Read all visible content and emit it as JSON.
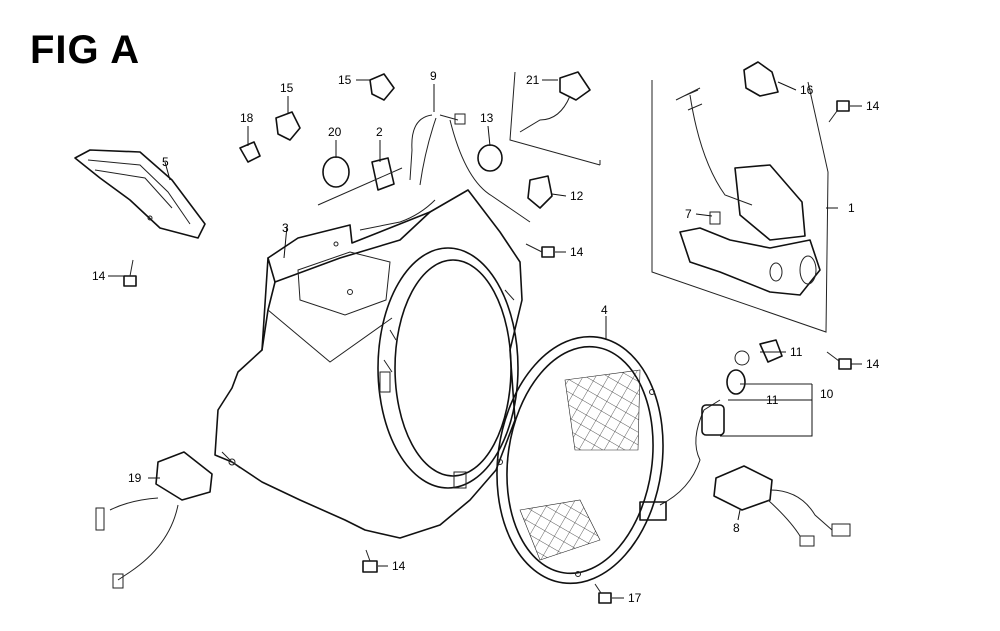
{
  "figure_title": "FIG A",
  "callouts": [
    "1",
    "2",
    "3",
    "4",
    "5",
    "7",
    "8",
    "9",
    "10",
    "11",
    "11",
    "12",
    "13",
    "14",
    "14",
    "14",
    "14",
    "14",
    "15",
    "15",
    "16",
    "17",
    "18",
    "19",
    "20",
    "21"
  ]
}
